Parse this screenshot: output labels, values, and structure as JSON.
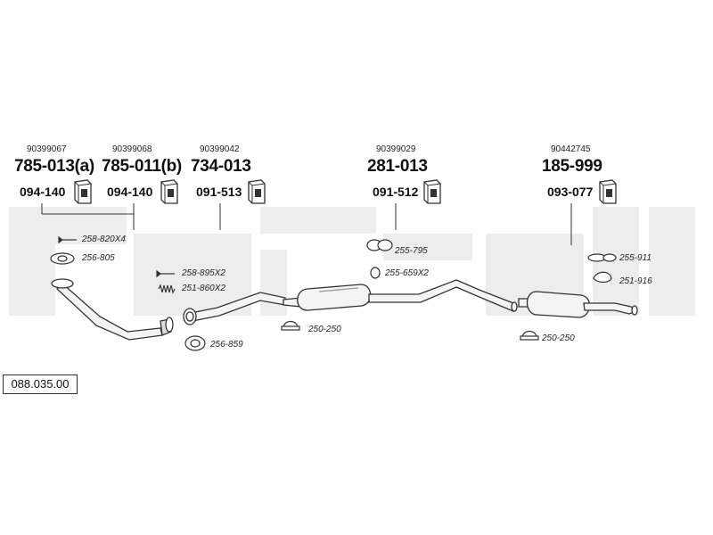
{
  "catalog_number": "088.035.00",
  "header_parts": [
    {
      "ref": "90399067",
      "part": "785-013(a)",
      "mounting": "094-140",
      "icon": "mounting-kit-icon"
    },
    {
      "ref": "90399068",
      "part": "785-011(b)",
      "mounting": "094-140",
      "icon": "mounting-kit-icon"
    },
    {
      "ref": "90399042",
      "part": "734-013",
      "mounting": "091-513",
      "icon": "mounting-kit-icon"
    },
    {
      "ref": "90399029",
      "part": "281-013",
      "mounting": "091-512",
      "icon": "mounting-kit-icon"
    },
    {
      "ref": "90442745",
      "part": "185-999",
      "mounting": "093-077",
      "icon": "mounting-kit-icon"
    }
  ],
  "labels": {
    "l1": "258-820X4",
    "l2": "256-805",
    "l3": "258-895X2",
    "l4": "251-860X2",
    "l5": "256-859",
    "l6": "250-250",
    "l7": "255-795",
    "l8": "255-659X2",
    "l9": "255-911",
    "l10": "251-916",
    "l11": "250-250"
  },
  "colors": {
    "line": "#333333",
    "watermark": "#ededed",
    "pipe_fill": "#f4f4f4"
  }
}
